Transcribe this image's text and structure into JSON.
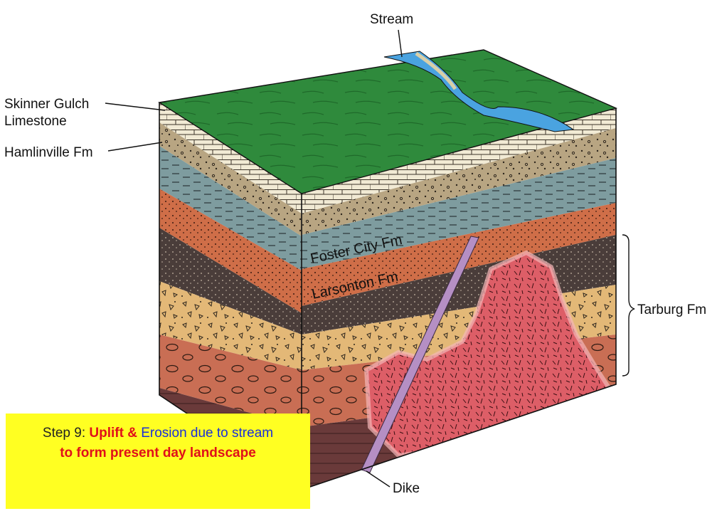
{
  "labels": {
    "stream": "Stream",
    "skinner_line1": "Skinner Gulch",
    "skinner_line2": "Limestone",
    "hamlinville": "Hamlinville Fm",
    "foster_city": "Foster City Fm",
    "larsonton": "Larsonton Fm",
    "tarburg": "Tarburg Fm",
    "dike": "Dike"
  },
  "caption": {
    "step": "Step 9: ",
    "uplift": "Uplift & ",
    "erosion": "Erosion due to stream",
    "line2": "to form present day landscape"
  },
  "colors": {
    "grass": "#2f8a3c",
    "stream": "#4aa3e0",
    "limestone": "#f1ead4",
    "hamlinville": "#b8a582",
    "foster_city": "#7e9c9f",
    "larsonton": "#cf6e48",
    "tarburg_dark": "#4a3d3a",
    "tarburg_tan": "#e3b877",
    "tarburg_salmon": "#c96e54",
    "intrusion": "#dd5e67",
    "dike": "#b58fc4",
    "caption_bg": "#ffff22",
    "caption_red": "#e0101a",
    "caption_blue": "#1a2fd8"
  }
}
